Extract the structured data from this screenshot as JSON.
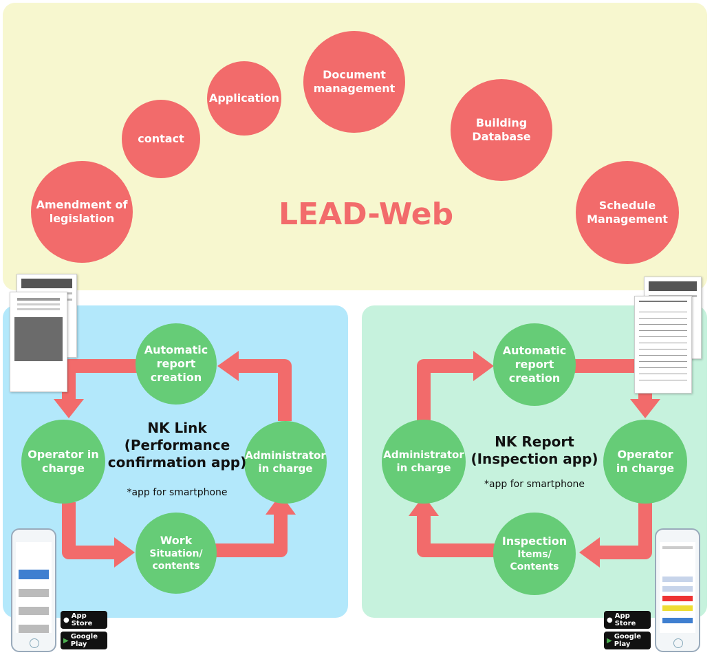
{
  "lead_web": {
    "title": "LEAD-Web",
    "circles": [
      "Amendment of\nlegislation",
      "contact",
      "Application",
      "Document\nmanagement",
      "Building\nDatabase",
      "Schedule\nManagement"
    ]
  },
  "nk_link": {
    "title": "NK Link\n(Performance\nconfirmation app)",
    "note": "*app for smartphone",
    "nodes": {
      "top": "Automatic\nreport\ncreation",
      "left": "Operator in\ncharge",
      "right": "Administrator\nin charge",
      "bottom_title": "Work",
      "bottom_sub": "Situation/\ncontents"
    }
  },
  "nk_report": {
    "title": "NK Report\n(Inspection app)",
    "note": "*app for smartphone",
    "nodes": {
      "top": "Automatic\nreport\ncreation",
      "left": "Administrator\nin charge",
      "right": "Operator\nin charge",
      "bottom_title": "Inspection",
      "bottom_sub": "Items/\nContents"
    }
  },
  "store_badges": {
    "app_store": "App Store",
    "google_play": "Google Play"
  },
  "colors": {
    "lead_bg": "#f7f7cf",
    "link_bg": "#b3e8fb",
    "report_bg": "#c6f2dd",
    "red": "#f26b6b",
    "green": "#66cc77"
  }
}
